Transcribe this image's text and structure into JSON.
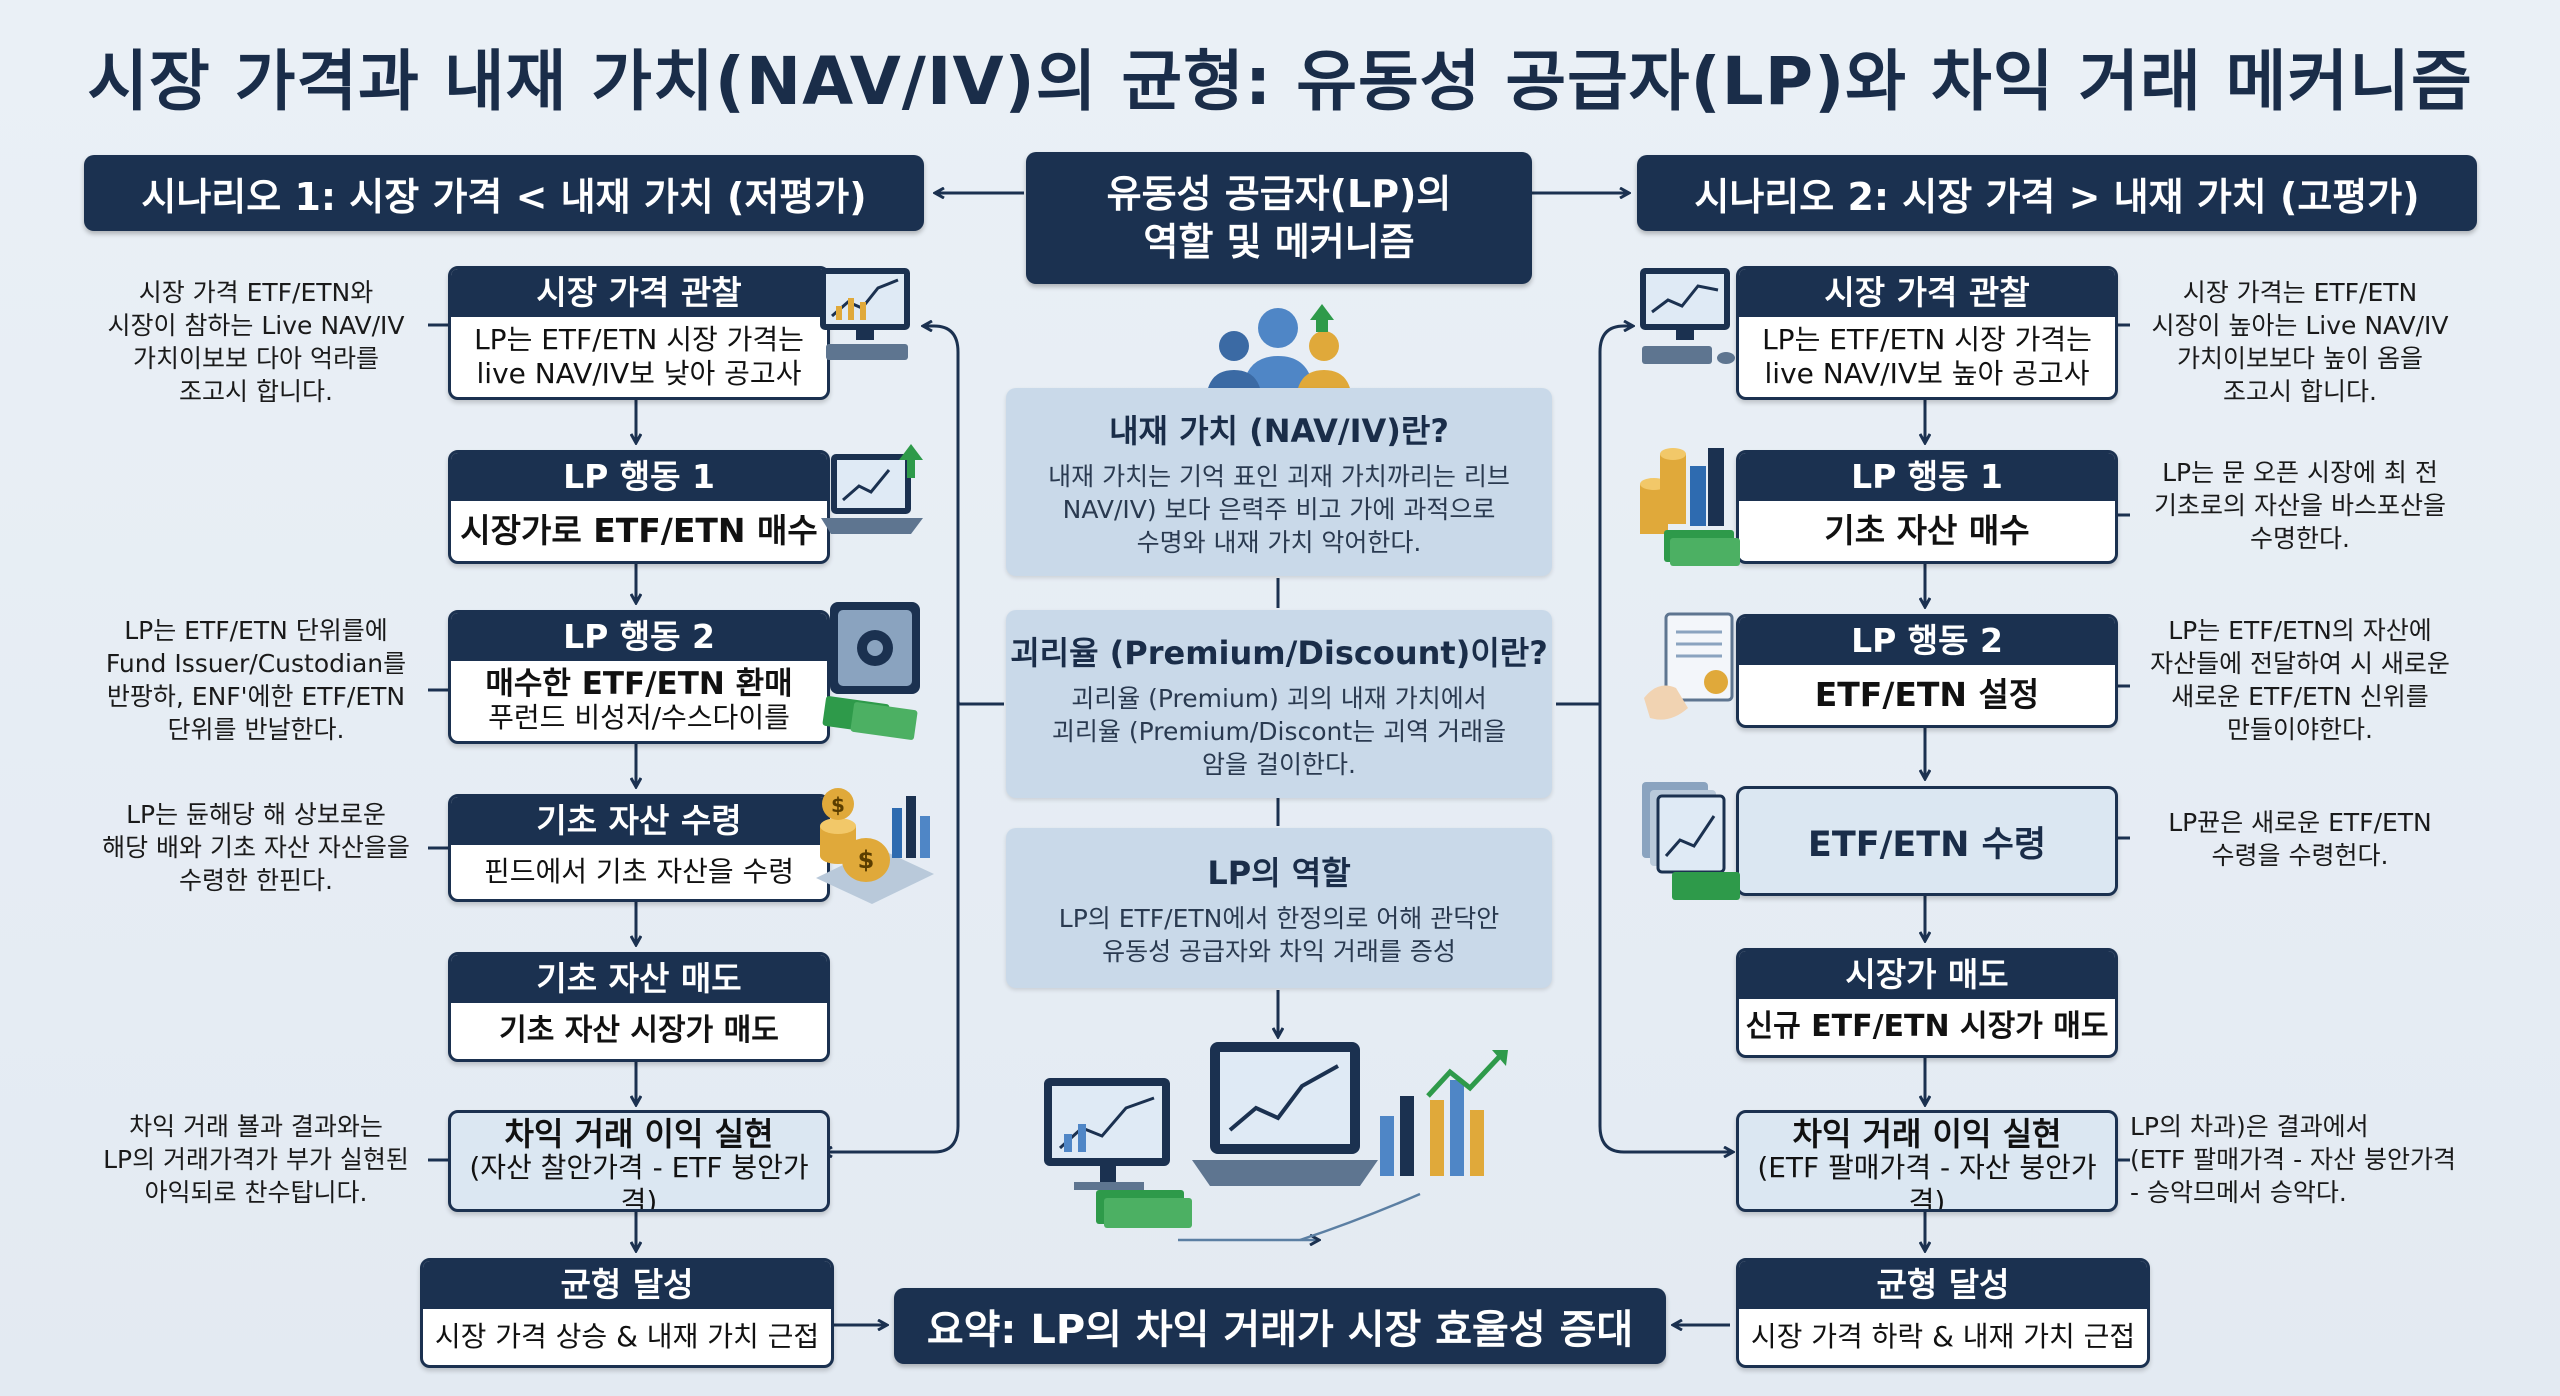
{
  "title": "시장 가격과 내재 가치(NAV/IV)의 균형: 유동성 공급자(LP)와 차익 거래 메커니즘",
  "center": {
    "header": [
      "유동성 공급자(LP)의",
      "역할 및 메커니즘"
    ],
    "nav": {
      "title": "내재 가치 (NAV/IV)란?",
      "text": [
        "내재 가치는 기억 표인 괴재 가치까리는 리브",
        "NAV/IV) 보다 은력주 비고 가에 과적으로",
        "수명와 내재 가치 악어한다."
      ]
    },
    "premium": {
      "title": "괴리율 (Premium/Discount)이란?",
      "text": [
        "괴리율 (Premium) 괴의 내재 가치에서",
        "괴리율 (Premium/Discont는 괴역 거래을",
        "암을 걸이한다."
      ]
    },
    "role": {
      "title": "LP의 역할",
      "text": [
        "LP의 ETF/ETN에서 한정의로 어해 관닥안",
        "유동성 공급자와 차익 거래를 증성"
      ]
    }
  },
  "scenario1": {
    "header": "시나리오 1: 시장 가격 < 내재 가치 (저평가)",
    "steps": [
      {
        "title": "시장 가격 관찰",
        "body": [
          "LP는 ETF/ETN 시장 가격는",
          "live NAV/IV보 낮아 공고사"
        ]
      },
      {
        "title": "LP 행동 1",
        "body": [
          "시장가로 ETF/ETN 매수"
        ]
      },
      {
        "title": "LP 행동 2",
        "body": [
          "매수한 ETF/ETN 환매",
          "푸런드 비성저/수스다이를"
        ]
      },
      {
        "title": "기초 자산 수령",
        "body": [
          "핀드에서 기초 자산을 수령"
        ]
      },
      {
        "title": "기초 자산 매도",
        "body": [
          "기초 자산 시장가 매도"
        ]
      },
      {
        "title": "차익 거래 이익 실현",
        "body": [
          "(자산 찰안가격 - ETF 붕안가격)"
        ]
      },
      {
        "title": "균형 달성",
        "body": [
          "시장 가격 상승 & 내재 가치 근접"
        ]
      }
    ],
    "notes": [
      [
        "시장 가격 ETF/ETN와",
        "시장이 참하는 Live NAV/IV",
        "가치이보보 다아 억라를",
        "조고시 합니다."
      ],
      [
        "LP는 ETF/ETN 단위를에",
        "Fund Issuer/Custodian를",
        "반팡하, ENF'에한 ETF/ETN",
        "단위를 반날한다."
      ],
      [
        "LP는 듄해당 해 상보로운",
        "해당 배와 기초 자산 자산을을",
        "수령한 한핀다."
      ],
      [
        "차익 거래 뵬과 결과와는",
        "LP의 거래가격가 부가 실현된",
        "아익되로 찬수탑니다."
      ]
    ]
  },
  "scenario2": {
    "header": "시나리오 2: 시장 가격 > 내재 가치 (고평가)",
    "steps": [
      {
        "title": "시장 가격 관찰",
        "body": [
          "LP는 ETF/ETN 시장 가격는",
          "live NAV/IV보 높아 공고사"
        ]
      },
      {
        "title": "LP 행동 1",
        "body": [
          "기초 자산 매수"
        ]
      },
      {
        "title": "LP 행동 2",
        "body": [
          "ETF/ETN 설정"
        ]
      },
      {
        "title": "",
        "body": [
          "ETF/ETN 수령"
        ]
      },
      {
        "title": "시장가 매도",
        "body": [
          "신규 ETF/ETN 시장가 매도"
        ]
      },
      {
        "title": "차익 거래 이익 실현",
        "body": [
          "(ETF 팔매가격 - 자산 붕안가격)"
        ]
      },
      {
        "title": "균형 달성",
        "body": [
          "시장 가격 하락 & 내재 가치 근접"
        ]
      }
    ],
    "notes": [
      [
        "시장 가격는 ETF/ETN",
        "시장이 높아는 Live NAV/IV",
        "가치이보보다 높이 옴을",
        "조고시 합니다."
      ],
      [
        "LP는 문 오픈 시장에 최 전",
        "기초로의 자산을 바스포산을",
        "수명한다."
      ],
      [
        "LP는 ETF/ETN의 자산에",
        "자산들에 전달하여 시 새로운",
        "새로운 ETF/ETN 신위를",
        "만들이야한다."
      ],
      [
        "LP뀬은 새로운 ETF/ETN",
        "수령을 수령헌다."
      ],
      [
        "LP의 차과)은 결과에서",
        "(ETF 팔매가격 - 자산 붕안가격",
        "- 승악므메서 승악다."
      ]
    ]
  },
  "summary": "요약: LP의 차익 거래가 시장 효율성 증대",
  "colors": {
    "navy": "#1b3150",
    "background": "#e6edf4",
    "panel": "#c9d9e9",
    "green": "#2e9a4a",
    "gold": "#e0a93a"
  },
  "icons": [
    "monitor-chart-icon",
    "laptop-up-arrow-icon",
    "safe-gear-icon",
    "money-bags-icon",
    "coin-stack-icon",
    "document-seal-icon",
    "etf-cards-icon",
    "people-group-icon",
    "laptop-finance-icon"
  ]
}
